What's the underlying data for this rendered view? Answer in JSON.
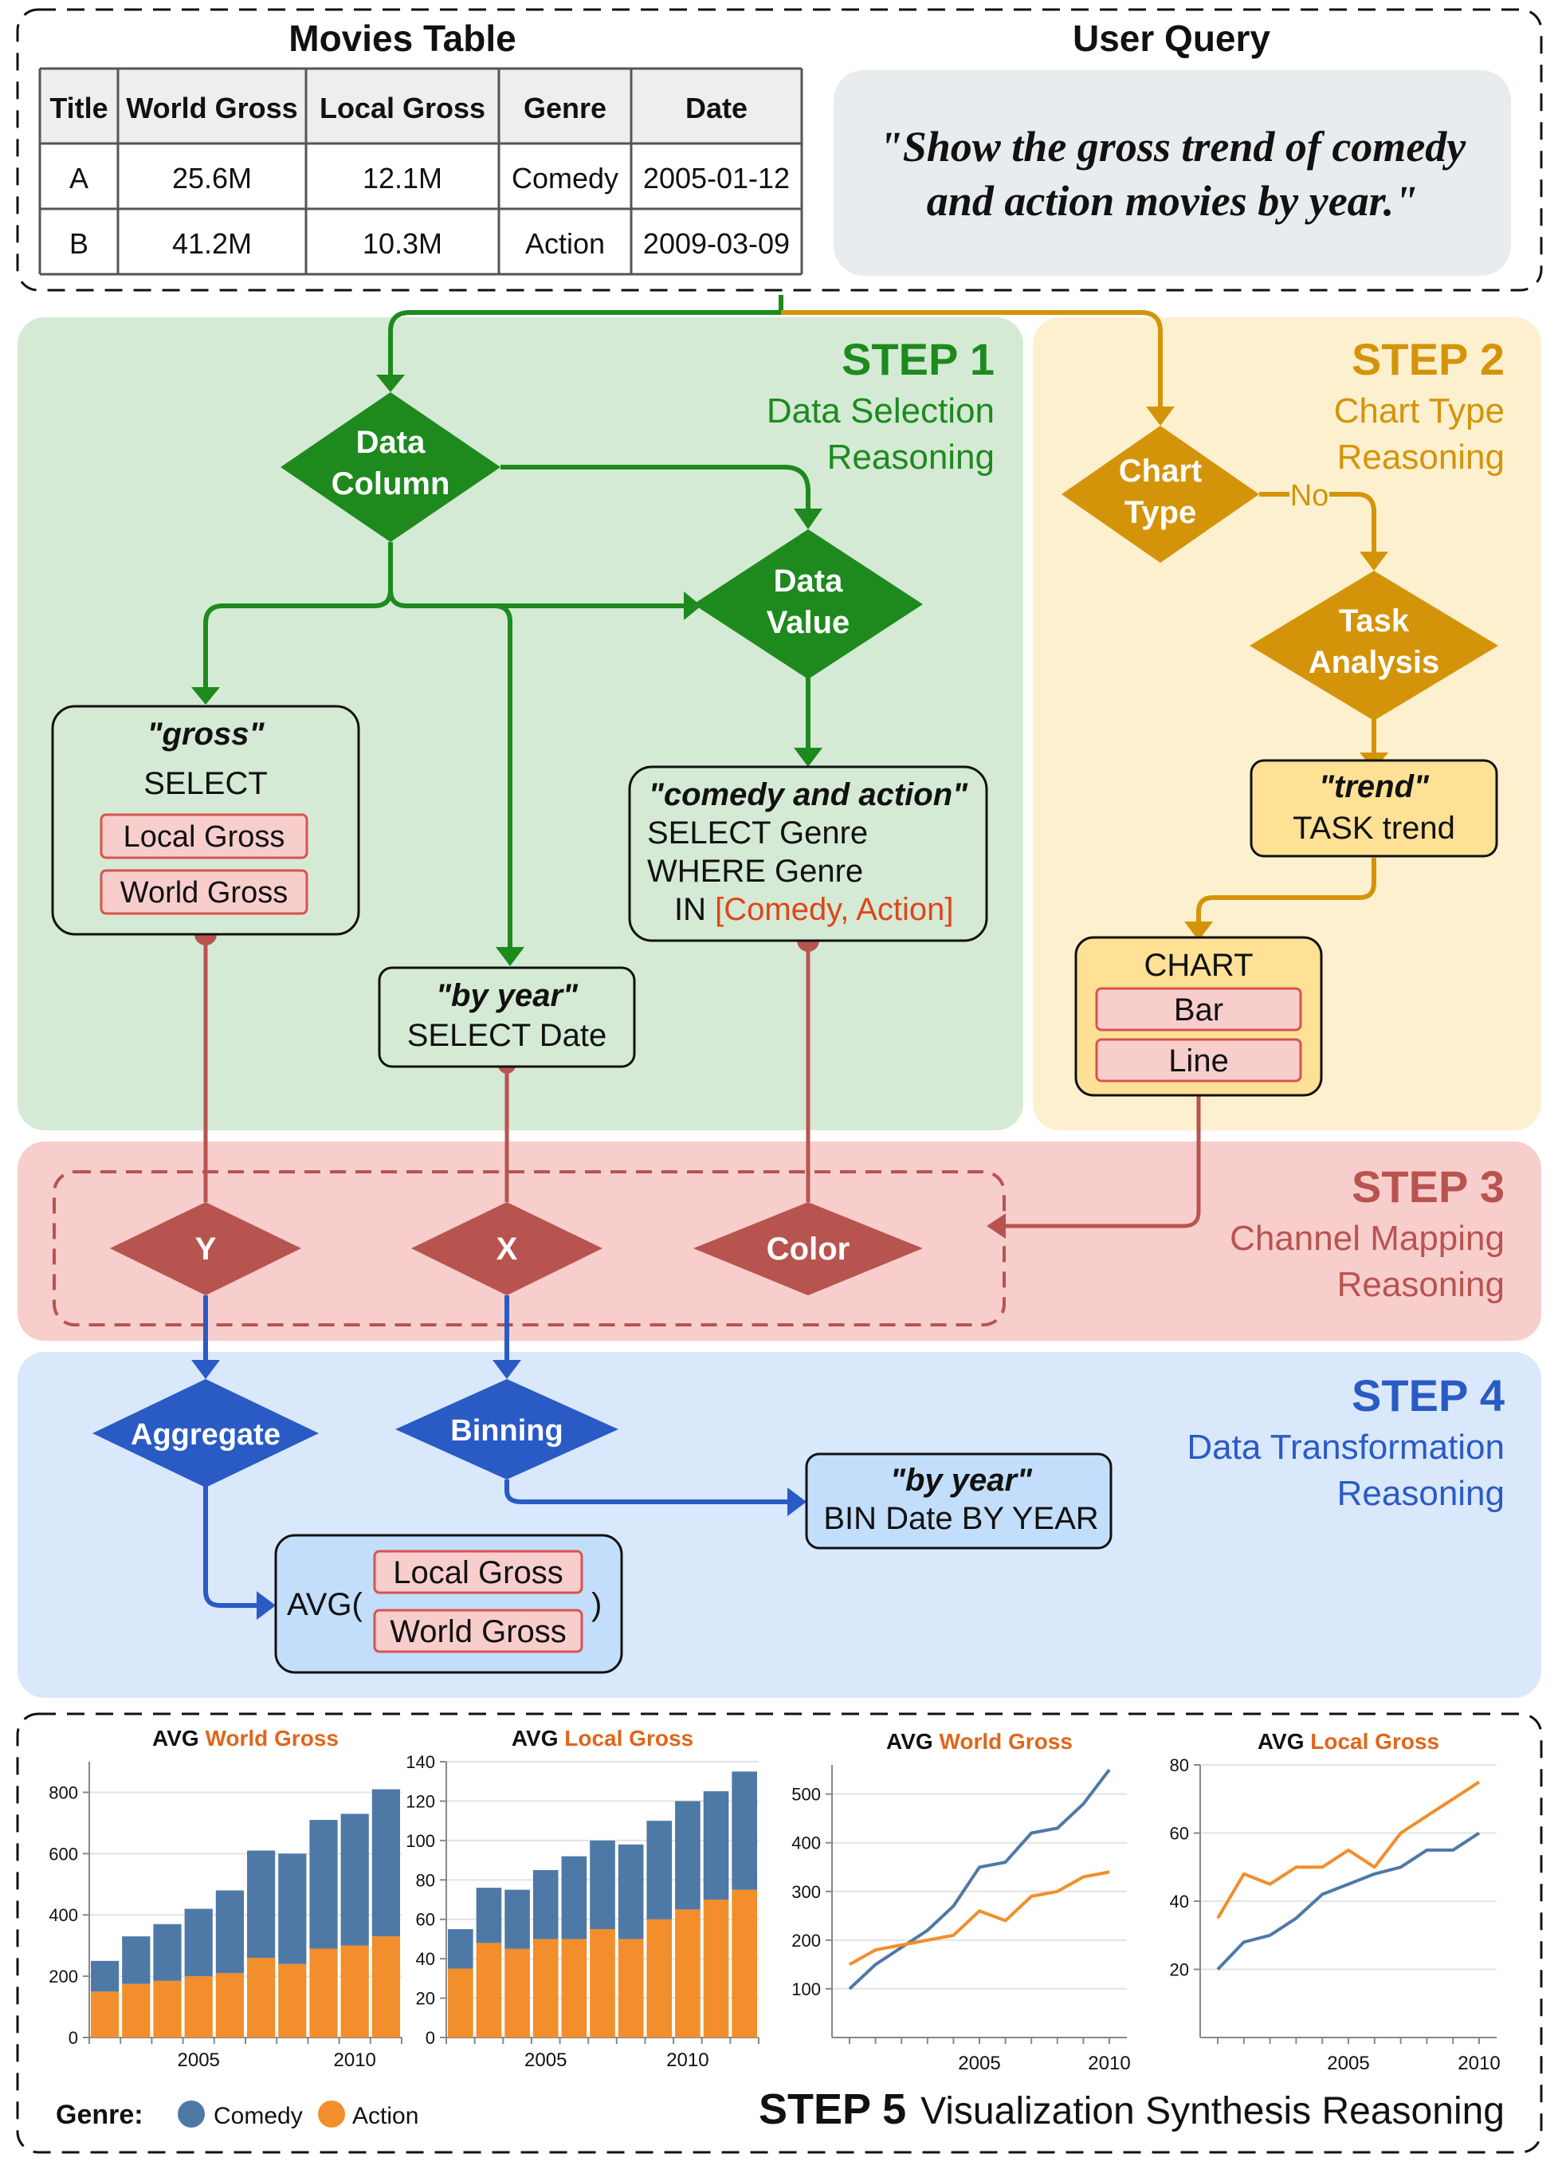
{
  "movies_table": {
    "title": "Movies Table",
    "columns": [
      "Title",
      "World Gross",
      "Local Gross",
      "Genre",
      "Date"
    ],
    "rows": [
      [
        "A",
        "25.6M",
        "12.1M",
        "Comedy",
        "2005-01-12"
      ],
      [
        "B",
        "41.2M",
        "10.3M",
        "Action",
        "2009-03-09"
      ]
    ]
  },
  "user_query": {
    "title": "User Query",
    "line1": "\"Show the gross trend of comedy",
    "line2": "and action movies by year.\""
  },
  "step1": {
    "label": "STEP 1",
    "sub1": "Data Selection",
    "sub2": "Reasoning",
    "data_column": [
      "Data",
      "Column"
    ],
    "data_value": [
      "Data",
      "Value"
    ],
    "gross_box": {
      "quote": "\"gross\"",
      "select": "SELECT",
      "items": [
        "Local Gross",
        "World Gross"
      ]
    },
    "year_box": {
      "quote": "\"by year\"",
      "select": "SELECT Date"
    },
    "genre_box": {
      "quote": "\"comedy and action\"",
      "line1": "SELECT Genre",
      "line2": "WHERE Genre",
      "in_label": "IN",
      "in_value": "[Comedy, Action]"
    }
  },
  "step2": {
    "label": "STEP 2",
    "sub1": "Chart Type",
    "sub2": "Reasoning",
    "chart_type": [
      "Chart",
      "Type"
    ],
    "no_label": "No",
    "task_analysis": [
      "Task",
      "Analysis"
    ],
    "trend_box": {
      "quote": "\"trend\"",
      "task": "TASK trend"
    },
    "chart_box": {
      "title": "CHART",
      "items": [
        "Bar",
        "Line"
      ]
    }
  },
  "step3": {
    "label": "STEP 3",
    "sub1": "Channel Mapping",
    "sub2": "Reasoning",
    "channels": [
      "Y",
      "X",
      "Color"
    ]
  },
  "step4": {
    "label": "STEP 4",
    "sub1": "Data Transformation",
    "sub2": "Reasoning",
    "aggregate": "Aggregate",
    "binning": "Binning",
    "bin_box": {
      "quote": "\"by year\"",
      "text": "BIN Date BY YEAR"
    },
    "avg_box": {
      "prefix": "AVG(",
      "suffix": ")",
      "items": [
        "Local Gross",
        "World Gross"
      ]
    }
  },
  "step5": {
    "label": "STEP 5",
    "sub": "Visualization Synthesis Reasoning",
    "legend_title": "Genre:",
    "legend": [
      {
        "name": "Comedy",
        "color": "#4e79a7"
      },
      {
        "name": "Action",
        "color": "#f28e2b"
      }
    ]
  },
  "colors": {
    "step1": "#1e8a1e",
    "step1_bg": "#d4ead4",
    "step2": "#d4940a",
    "step2_bg": "#fdf0cf",
    "step3": "#b85450",
    "step3_bg": "#f8cecc",
    "step4": "#2a5bc4",
    "step4_bg": "#dae8fc",
    "highlight_fill": "#f8cecc",
    "highlight_stroke": "#d9534f",
    "red_text": "#e0441b"
  },
  "chart_data": [
    {
      "type": "bar",
      "title_prefix": "AVG",
      "title_field": "World Gross",
      "x": [
        2002,
        2003,
        2004,
        2005,
        2006,
        2007,
        2008,
        2009,
        2010,
        2011
      ],
      "xticks": [
        2005,
        2010
      ],
      "ylim": [
        0,
        900
      ],
      "yticks": [
        0,
        200,
        400,
        600,
        800
      ],
      "stacked": true,
      "series": [
        {
          "name": "Action",
          "values": [
            150,
            175,
            185,
            200,
            210,
            260,
            240,
            290,
            300,
            330
          ]
        },
        {
          "name": "Comedy",
          "values": [
            100,
            155,
            185,
            220,
            270,
            350,
            360,
            420,
            430,
            480
          ]
        }
      ]
    },
    {
      "type": "bar",
      "title_prefix": "AVG",
      "title_field": "Local Gross",
      "x": [
        2002,
        2003,
        2004,
        2005,
        2006,
        2007,
        2008,
        2009,
        2010,
        2011
      ],
      "xticks": [
        2005,
        2010
      ],
      "ylim": [
        0,
        140
      ],
      "yticks": [
        0,
        20,
        40,
        60,
        80,
        100,
        120,
        140
      ],
      "stacked": true,
      "series": [
        {
          "name": "Action",
          "values": [
            35,
            48,
            45,
            50,
            50,
            55,
            50,
            60,
            65,
            70,
            75
          ]
        },
        {
          "name": "Comedy",
          "values": [
            20,
            28,
            30,
            35,
            42,
            45,
            48,
            50,
            55,
            55,
            60
          ]
        }
      ]
    },
    {
      "type": "line",
      "title_prefix": "AVG",
      "title_field": "World Gross",
      "x": [
        2000,
        2001,
        2002,
        2003,
        2004,
        2005,
        2006,
        2007,
        2008,
        2009,
        2010
      ],
      "xticks": [
        2005,
        2010
      ],
      "ylim": [
        0,
        560
      ],
      "yticks": [
        100,
        200,
        300,
        400,
        500
      ],
      "series": [
        {
          "name": "Comedy",
          "values": [
            100,
            150,
            185,
            220,
            270,
            350,
            360,
            420,
            430,
            480,
            550
          ]
        },
        {
          "name": "Action",
          "values": [
            150,
            180,
            190,
            200,
            210,
            260,
            240,
            290,
            300,
            330,
            340
          ]
        }
      ]
    },
    {
      "type": "line",
      "title_prefix": "AVG",
      "title_field": "Local Gross",
      "x": [
        2000,
        2001,
        2002,
        2003,
        2004,
        2005,
        2006,
        2007,
        2008,
        2009,
        2010
      ],
      "xticks": [
        2005,
        2010
      ],
      "ylim": [
        0,
        80
      ],
      "yticks": [
        20,
        40,
        60,
        80
      ],
      "series": [
        {
          "name": "Comedy",
          "values": [
            20,
            28,
            30,
            35,
            42,
            45,
            48,
            50,
            55,
            55,
            60
          ]
        },
        {
          "name": "Action",
          "values": [
            35,
            48,
            45,
            50,
            50,
            55,
            50,
            60,
            65,
            70,
            75
          ]
        }
      ]
    }
  ]
}
